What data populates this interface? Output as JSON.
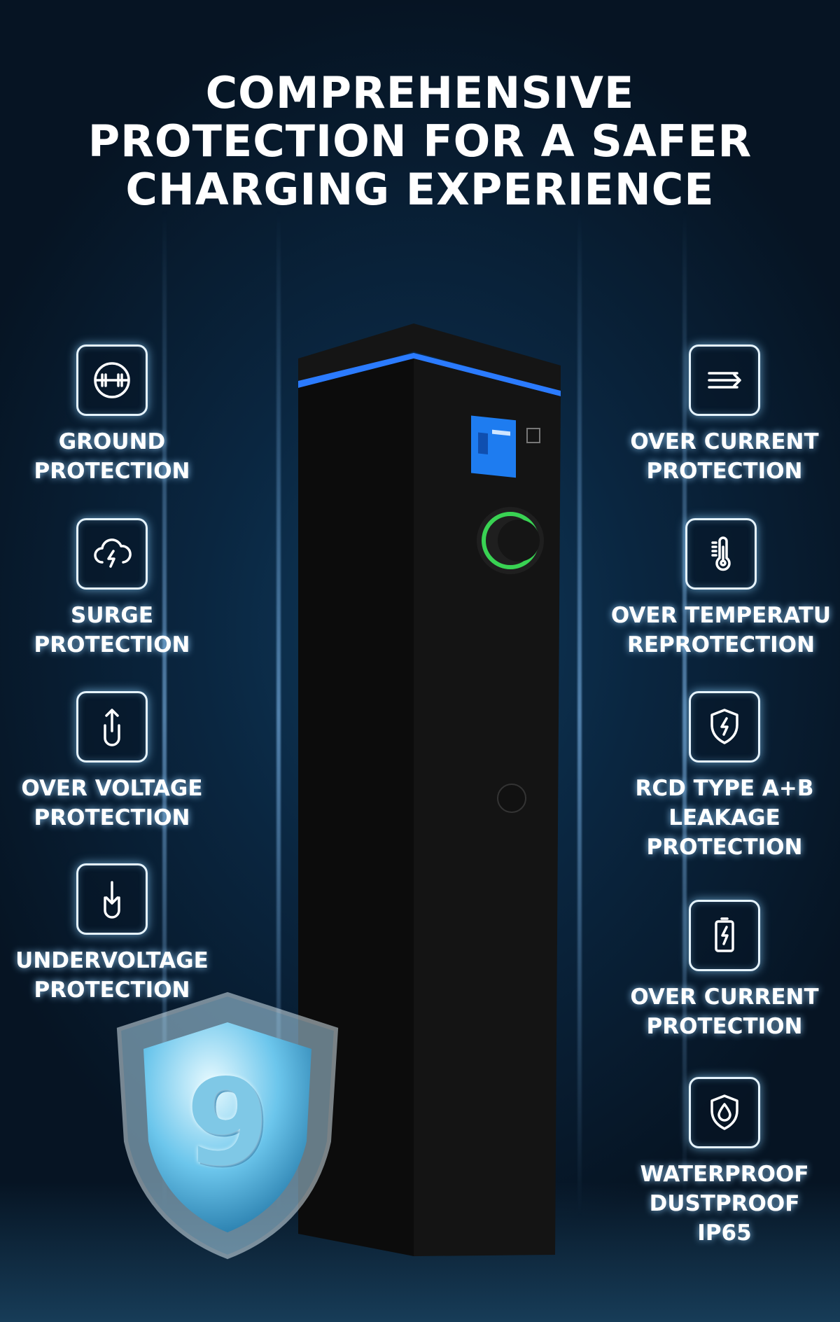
{
  "title": {
    "line1": "COMPREHENSIVE",
    "line2": "PROTECTION FOR A SAFER",
    "line3": "CHARGING EXPERIENCE"
  },
  "left_features": [
    {
      "icon": "ground-icon",
      "line1": "GROUND",
      "line2": "PROTECTION"
    },
    {
      "icon": "surge-cloud-icon",
      "line1": "SURGE",
      "line2": "PROTECTION"
    },
    {
      "icon": "over-voltage-arrow-up-icon",
      "line1": "OVER VOLTAGE",
      "line2": "PROTECTION"
    },
    {
      "icon": "undervoltage-arrow-down-icon",
      "line1": "UNDERVOLTAGE",
      "line2": "PROTECTION"
    }
  ],
  "right_features": [
    {
      "icon": "over-current-arrow-icon",
      "line1": "OVER CURRENT",
      "line2": "PROTECTION"
    },
    {
      "icon": "thermometer-icon",
      "line1": "OVER TEMPERATU",
      "line2": "REPROTECTION"
    },
    {
      "icon": "shield-bolt-icon",
      "line1": "RCD TYPE A+B",
      "line2": "LEAKAGE",
      "line3": "PROTECTION"
    },
    {
      "icon": "battery-bolt-icon",
      "line1": "OVER CURRENT",
      "line2": "PROTECTION"
    },
    {
      "icon": "water-drop-icon",
      "line1": "WATERPROOF",
      "line2": "DUSTPROOF",
      "line3": "IP65"
    }
  ],
  "badge": {
    "number": "9"
  },
  "colors": {
    "accent_blue": "#2b7bff",
    "charger_ring_green": "#39d353",
    "screen_blue": "#1e7cf0"
  }
}
